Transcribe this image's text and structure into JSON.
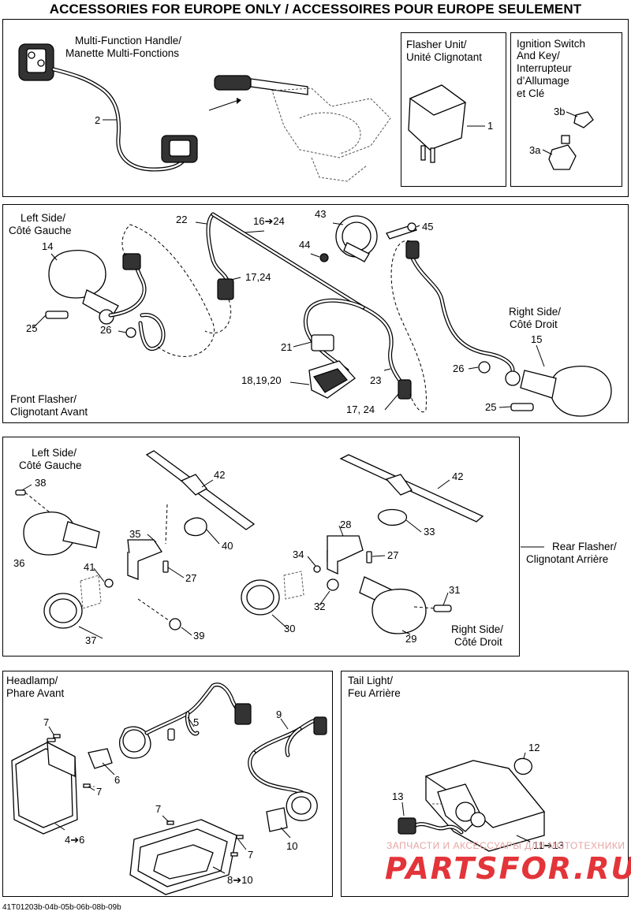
{
  "title": "ACCESSORIES FOR EUROPE ONLY / ACCESSOIRES POUR EUROPE SEULEMENT",
  "top_panel": {
    "handle_label_1": "Multi-Function Handle/",
    "handle_label_2": "Manette Multi-Fonctions",
    "callout_2": "2",
    "flasher_unit_1": "Flasher Unit/",
    "flasher_unit_2": "Unité Clignotant",
    "callout_1": "1",
    "ignition_1": "Ignition Switch",
    "ignition_2": "And Key/",
    "ignition_3": "Interrupteur",
    "ignition_4": "d’Allumage",
    "ignition_5": "et Clé",
    "callout_3b": "3b",
    "callout_3a": "3a"
  },
  "front_flasher": {
    "left_side_1": "Left Side/",
    "left_side_2": "Côté Gauche",
    "right_side_1": "Right Side/",
    "right_side_2": "Côté Droit",
    "footer_1": "Front Flasher/",
    "footer_2": "Clignotant Avant",
    "callouts": {
      "c14": "14",
      "c25a": "25",
      "c26a": "26",
      "c22": "22",
      "c16_24": "16➔24",
      "c17_24a": "17,24",
      "c43": "43",
      "c44": "44",
      "c45": "45",
      "c21": "21",
      "c18_20": "18,19,20",
      "c23": "23",
      "c17_24b": "17, 24",
      "c15": "15",
      "c26b": "26",
      "c25b": "25"
    }
  },
  "rear_flasher": {
    "left_side_1": "Left Side/",
    "left_side_2": "Côté Gauche",
    "right_side_1": "Right Side/",
    "right_side_2": "Côté Droit",
    "side_1": "Rear Flasher/",
    "side_2": "Clignotant Arrière",
    "callouts": {
      "c38": "38",
      "c42a": "42",
      "c35": "35",
      "c40": "40",
      "c36": "36",
      "c41": "41",
      "c27a": "27",
      "c37": "37",
      "c39": "39",
      "c42b": "42",
      "c28": "28",
      "c33": "33",
      "c34": "34",
      "c27b": "27",
      "c32": "32",
      "c30": "30",
      "c31": "31",
      "c29": "29"
    }
  },
  "headlamp": {
    "label_1": "Headlamp/",
    "label_2": "Phare Avant",
    "callouts": {
      "c7a": "7",
      "c5": "5",
      "c9": "9",
      "c6": "6",
      "c7b": "7",
      "c4_6": "4➔6",
      "c7c": "7",
      "c7d": "7",
      "c10": "10",
      "c8_10": "8➔10"
    }
  },
  "tail_light": {
    "label_1": "Tail Light/",
    "label_2": "Feu Arrière",
    "callouts": {
      "c12": "12",
      "c13": "13",
      "c11_13": "11➔13"
    }
  },
  "watermark": {
    "line_1": "ЗАПЧАСТИ И АКСЕССУАРЫ ДЛЯ МОТОТЕХНИКИ",
    "line_2": "PARTSFOR.RU"
  },
  "figure_code": "41T01203b-04b-05b-06b-08b-09b",
  "colors": {
    "ink": "#000000",
    "watermark_red": "#e3343a",
    "watermark_light": "#e7a3a3"
  }
}
